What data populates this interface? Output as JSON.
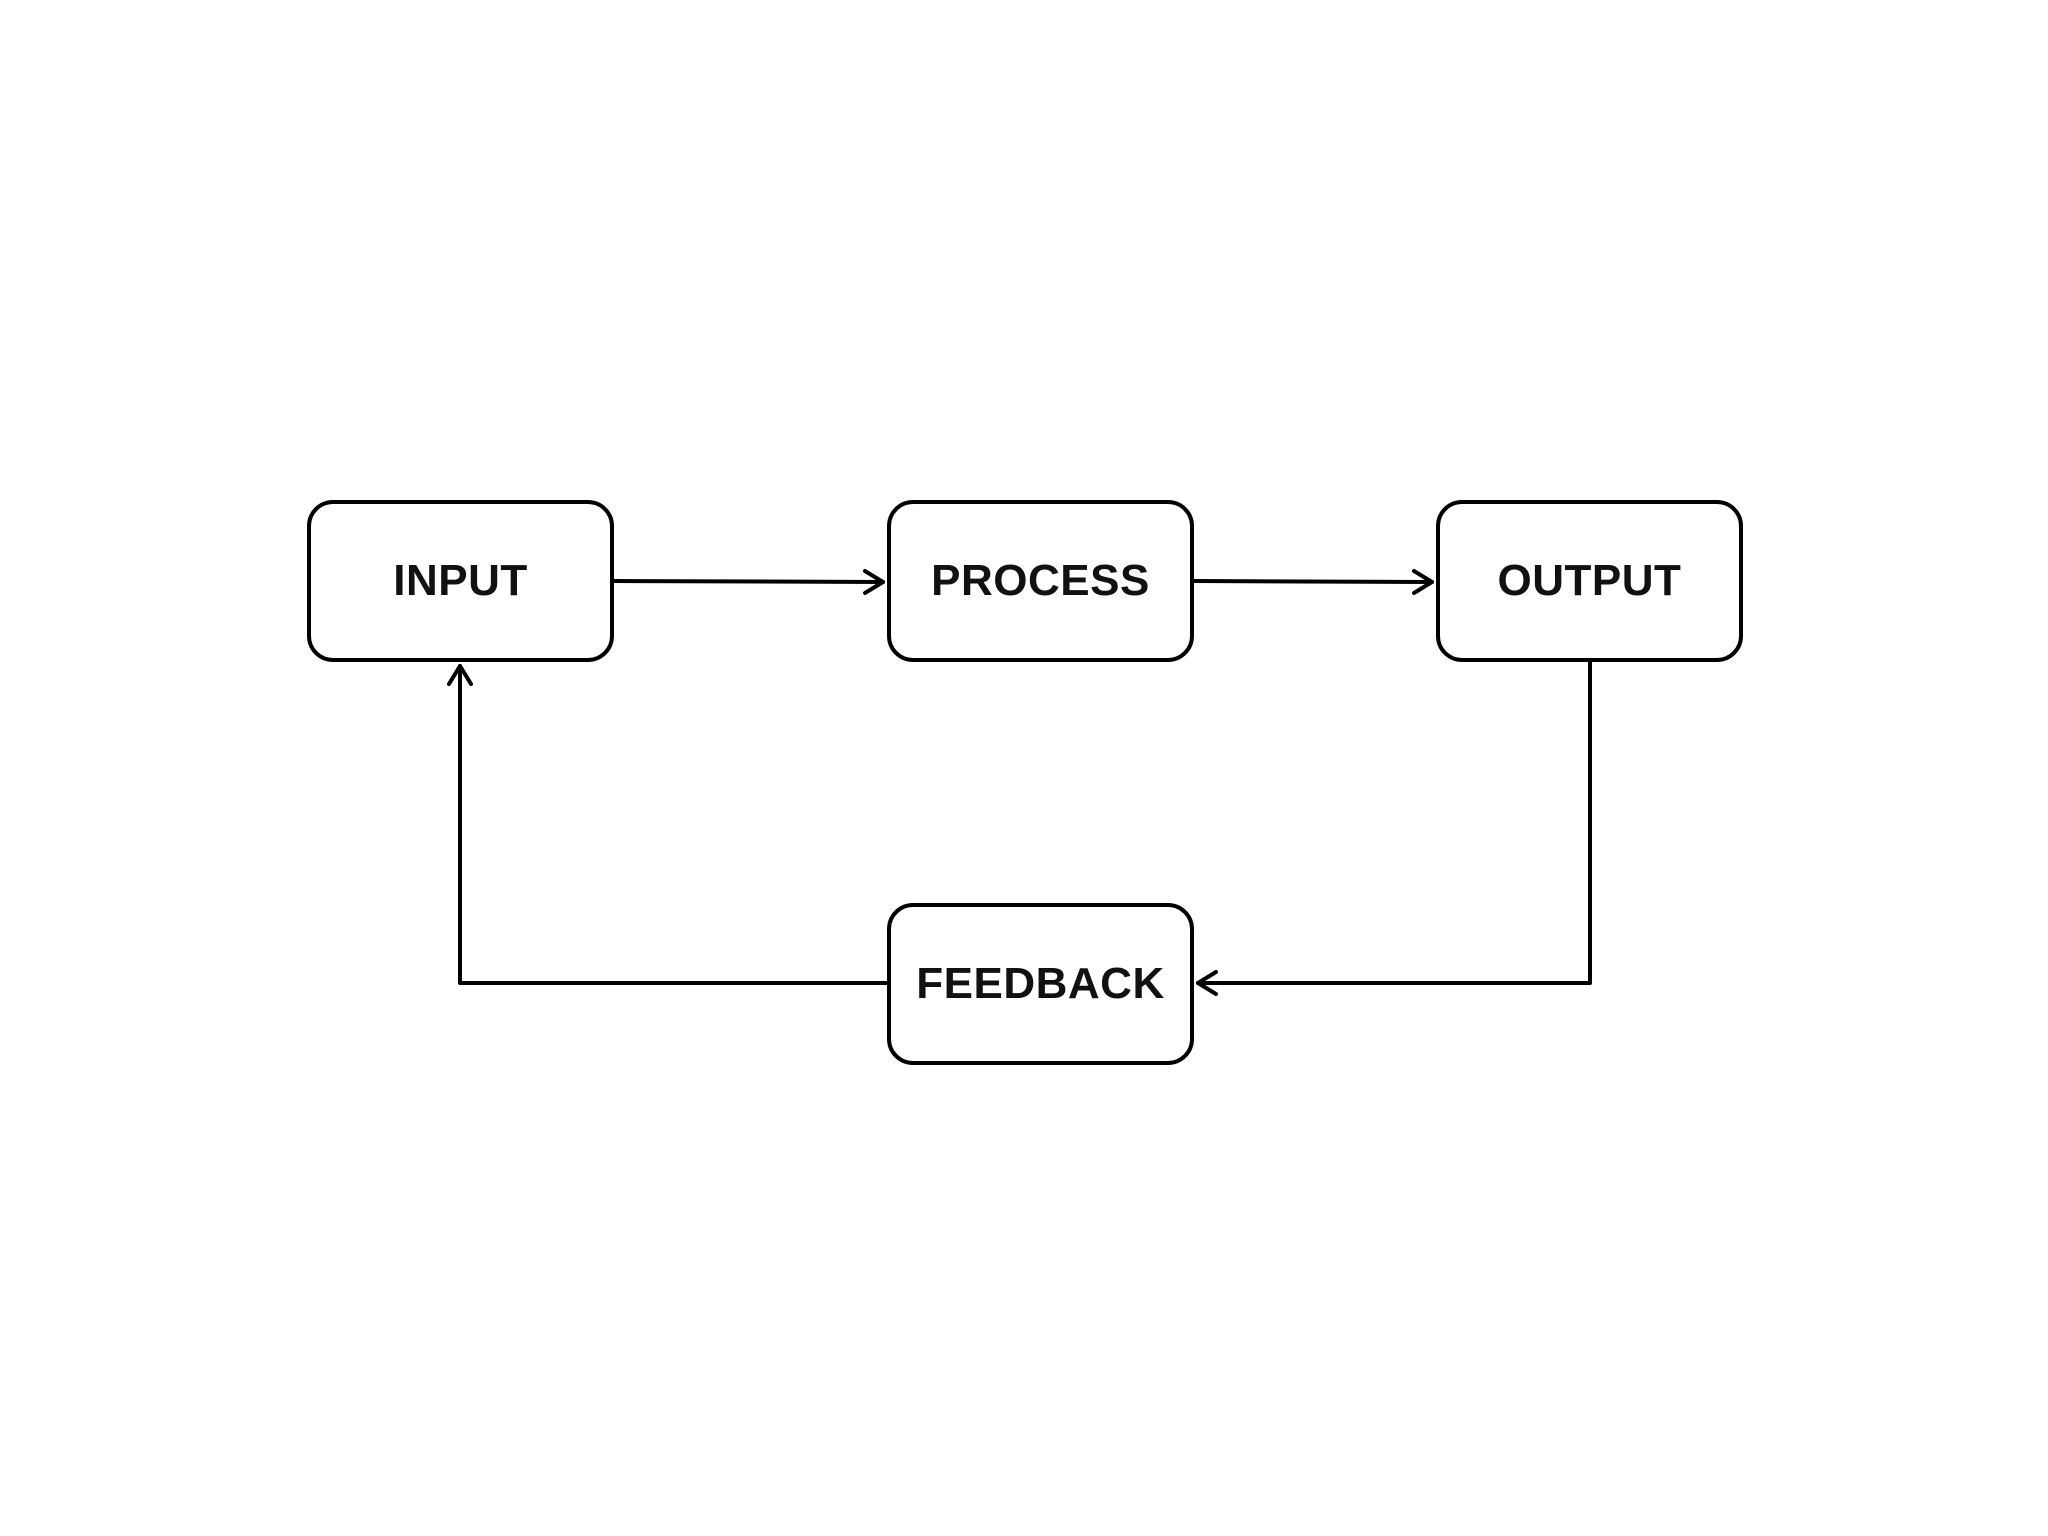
{
  "diagram": {
    "nodes": [
      {
        "id": "input",
        "label": "INPUT"
      },
      {
        "id": "process",
        "label": "PROCESS"
      },
      {
        "id": "output",
        "label": "OUTPUT"
      },
      {
        "id": "feedback",
        "label": "FEEDBACK"
      }
    ],
    "edges": [
      {
        "from": "input",
        "to": "process"
      },
      {
        "from": "process",
        "to": "output"
      },
      {
        "from": "output",
        "to": "feedback"
      },
      {
        "from": "feedback",
        "to": "input"
      }
    ],
    "colors": {
      "stroke": "#000000",
      "background": "#ffffff",
      "text": "#111111"
    }
  }
}
